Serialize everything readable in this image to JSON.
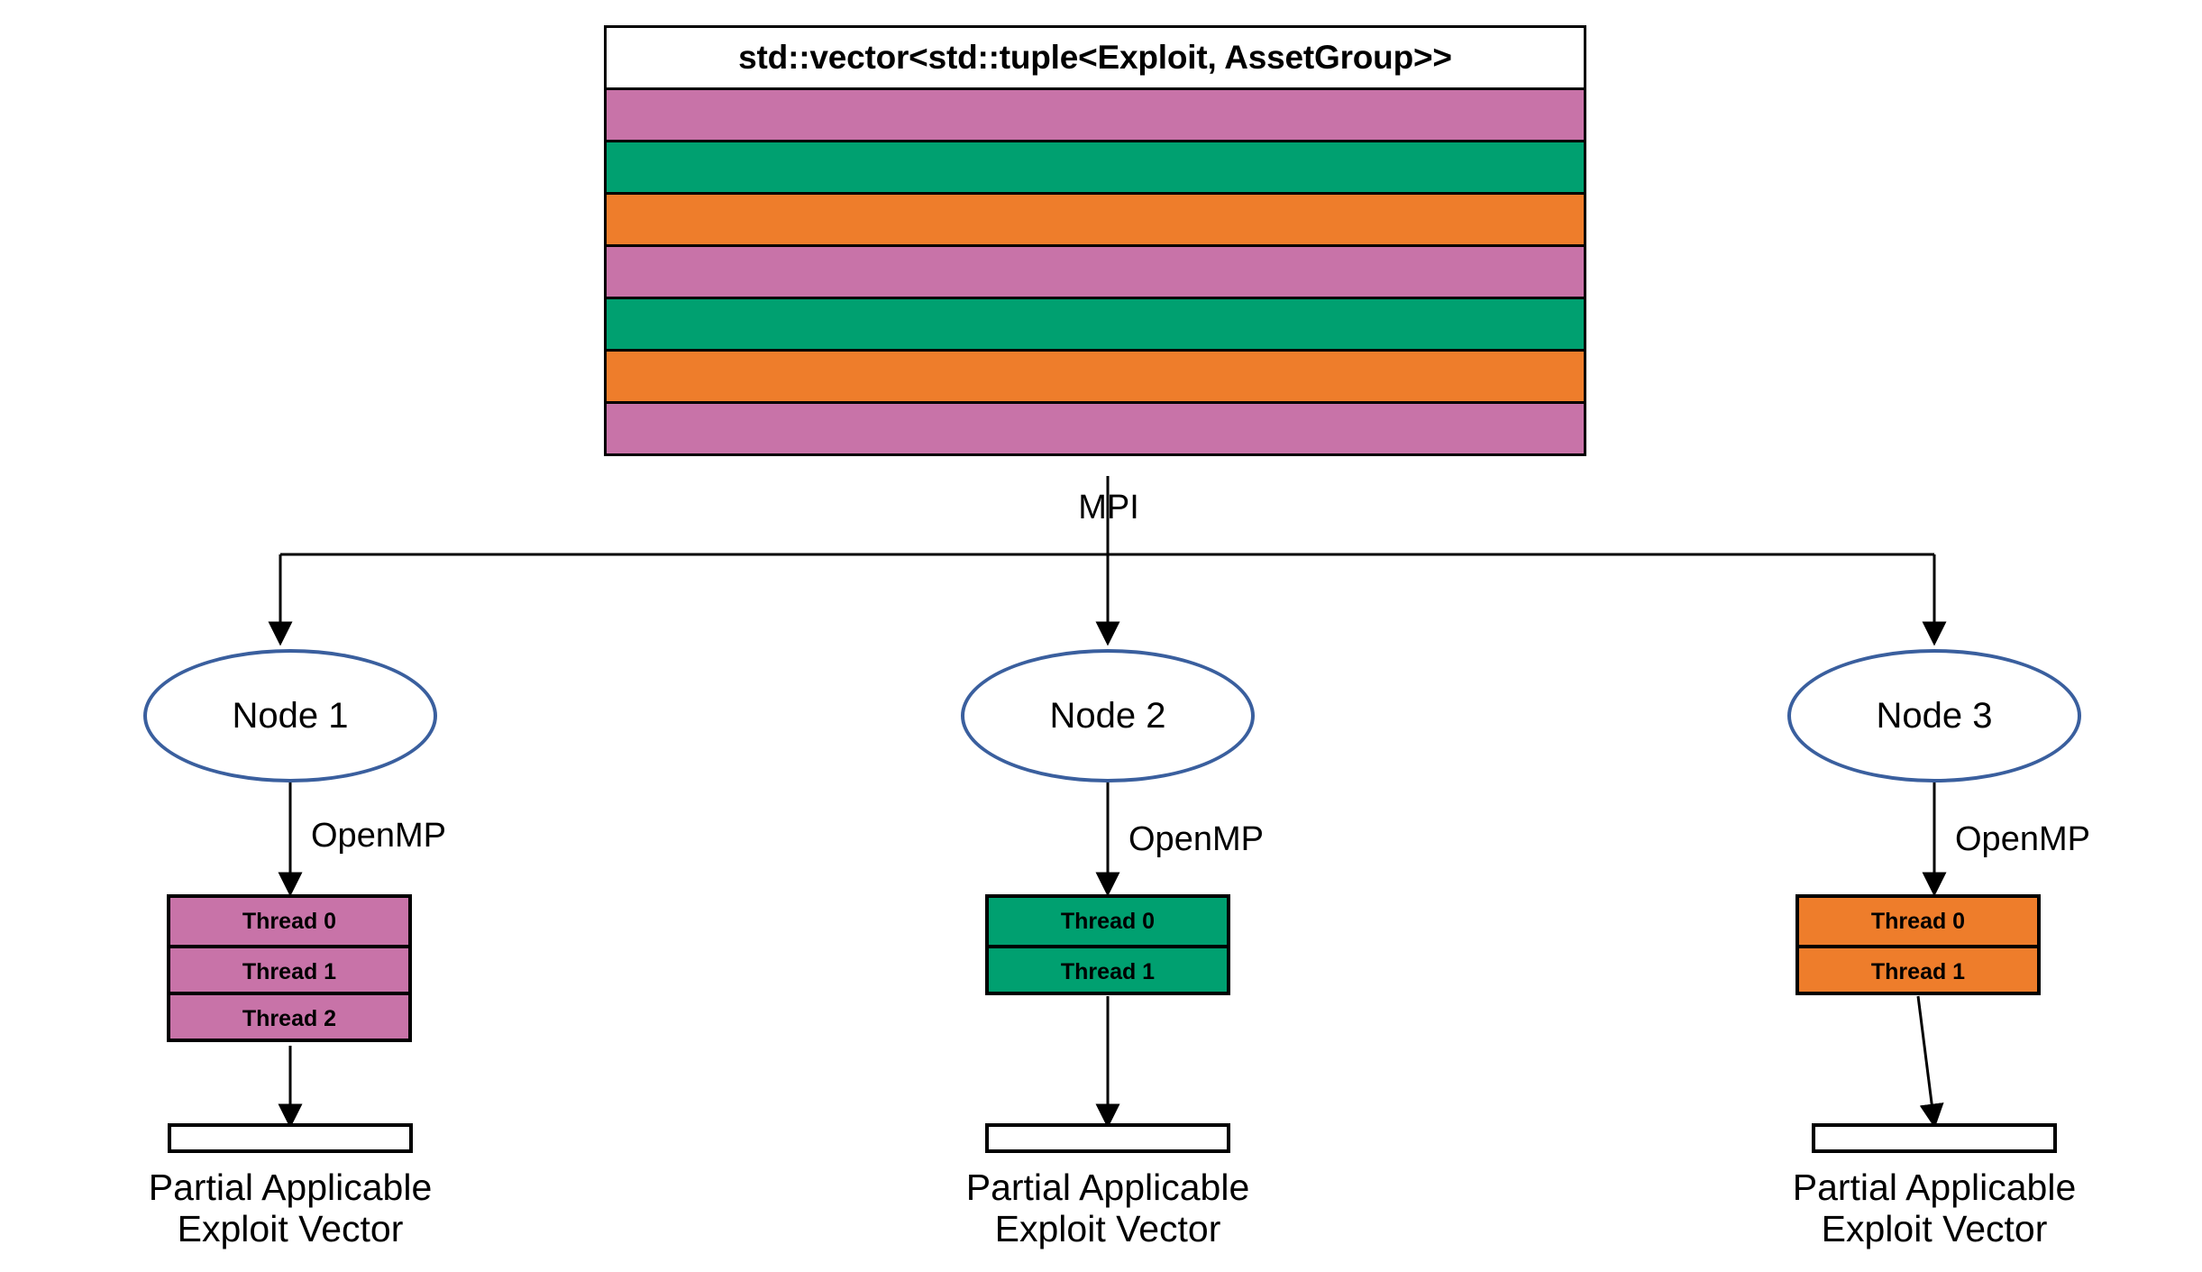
{
  "diagram": {
    "title": "std::vector<std::tuple<Exploit, AssetGroup>>",
    "mpi_label": "MPI",
    "colors": {
      "pink": "#C873A8",
      "green": "#00A070",
      "orange": "#EE7D2B",
      "ellipse_border": "#3A5F9E",
      "line": "#000000",
      "background": "#ffffff"
    },
    "vector_slots": [
      {
        "index": 0,
        "color": "#C873A8",
        "color_name": "pink"
      },
      {
        "index": 1,
        "color": "#00A070",
        "color_name": "green"
      },
      {
        "index": 2,
        "color": "#EE7D2B",
        "color_name": "orange"
      },
      {
        "index": 3,
        "color": "#C873A8",
        "color_name": "pink"
      },
      {
        "index": 4,
        "color": "#00A070",
        "color_name": "green"
      },
      {
        "index": 5,
        "color": "#EE7D2B",
        "color_name": "orange"
      },
      {
        "index": 6,
        "color": "#C873A8",
        "color_name": "pink"
      }
    ],
    "nodes": [
      {
        "id": "node-1",
        "label": "Node 1",
        "openmp_label": "OpenMP",
        "color": "#C873A8",
        "threads": [
          "Thread 0",
          "Thread 1",
          "Thread 2"
        ],
        "output_caption_line1": "Partial Applicable",
        "output_caption_line2": "Exploit Vector"
      },
      {
        "id": "node-2",
        "label": "Node 2",
        "openmp_label": "OpenMP",
        "color": "#00A070",
        "threads": [
          "Thread 0",
          "Thread 1"
        ],
        "output_caption_line1": "Partial Applicable",
        "output_caption_line2": "Exploit Vector"
      },
      {
        "id": "node-3",
        "label": "Node 3",
        "openmp_label": "OpenMP",
        "color": "#EE7D2B",
        "threads": [
          "Thread 0",
          "Thread 1"
        ],
        "output_caption_line1": "Partial Applicable",
        "output_caption_line2": "Exploit Vector"
      }
    ]
  }
}
